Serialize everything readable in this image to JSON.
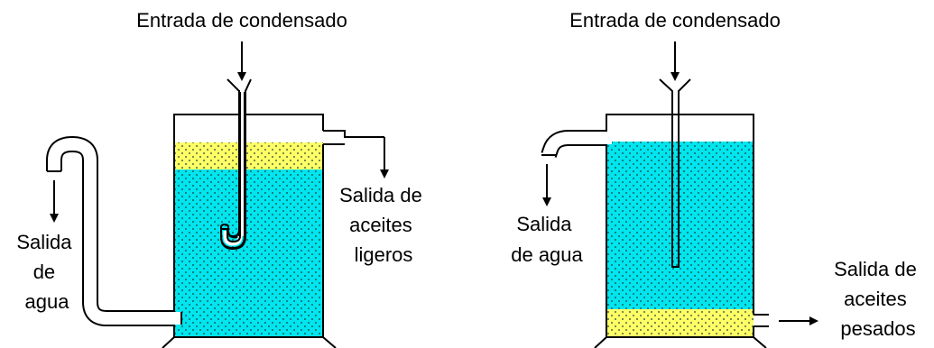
{
  "left_tank": {
    "title": "Entrada de condensado",
    "side_outlet_lines": [
      "Salida de",
      "aceites",
      "ligeros"
    ],
    "siphon_outlet_lines": [
      "Salida",
      "de",
      "agua"
    ]
  },
  "right_tank": {
    "title": "Entrada de condensado",
    "spout_outlet_lines": [
      "Salida",
      "de agua"
    ],
    "bottom_outlet_lines": [
      "Salida de",
      "aceites",
      "pesados"
    ]
  },
  "colors": {
    "water": "#00e5ee",
    "oil": "#ffff66",
    "dots": "#1a3a3a",
    "outline": "#000000"
  }
}
